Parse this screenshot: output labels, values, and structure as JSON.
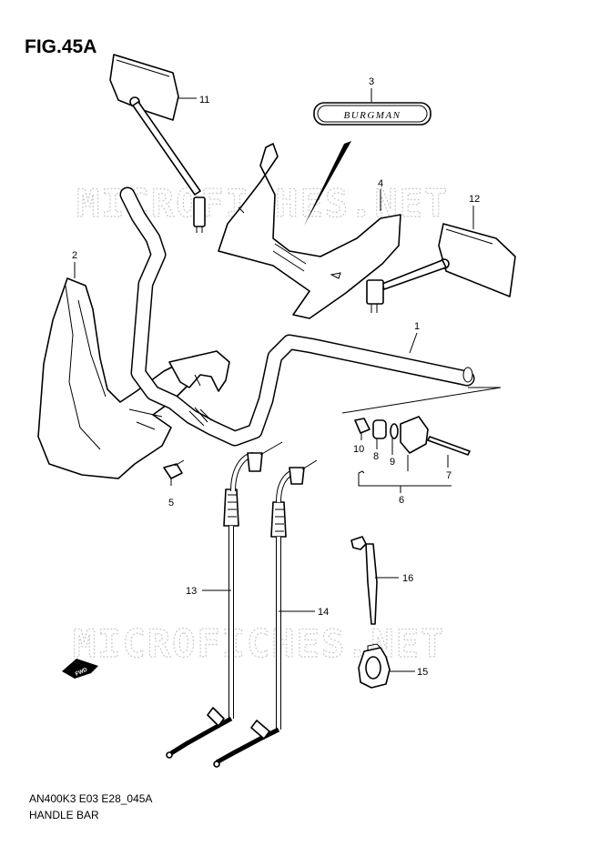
{
  "figure": {
    "title": "FIG.45A",
    "model_code": "AN400K3 E03 E28_045A",
    "name": "HANDLE BAR"
  },
  "watermark": "MICROFICHES.NET",
  "emblem_text": "BURGMAN",
  "direction_badge": "FWD",
  "callouts": [
    "1",
    "2",
    "3",
    "4",
    "5",
    "6",
    "7",
    "8",
    "9",
    "10",
    "11",
    "12",
    "13",
    "14",
    "15",
    "16"
  ],
  "colors": {
    "line": "#000000",
    "watermark": "#c8c8c8"
  }
}
